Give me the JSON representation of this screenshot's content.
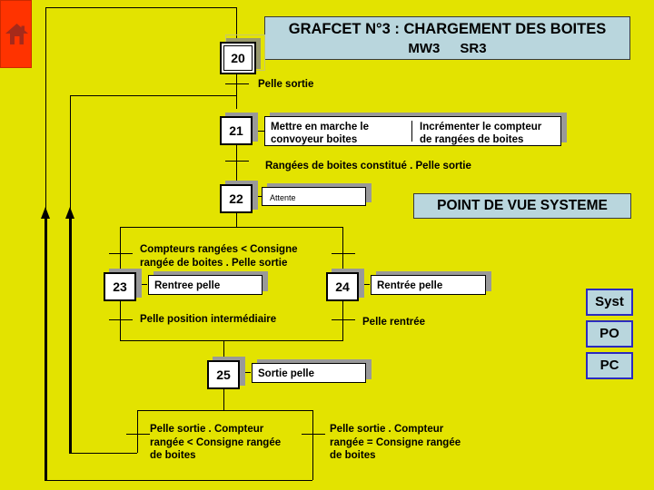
{
  "slide": {
    "background_color": "#e3e300",
    "home_button": {
      "name": "home",
      "fill": "#ff3300"
    }
  },
  "header": {
    "title_line1": "GRAFCET N°3 : CHARGEMENT DES BOITES",
    "title_line2_a": "MW3",
    "title_line2_b": "SR3",
    "banner_color": "#b9d6dd"
  },
  "viewpoint_banner": {
    "label": "POINT DE VUE SYSTEME"
  },
  "nav_buttons": [
    {
      "label": "Syst"
    },
    {
      "label": "PO"
    },
    {
      "label": "PC"
    }
  ],
  "grafcet": {
    "steps": [
      {
        "id": "20",
        "number": "20",
        "initial": true
      },
      {
        "id": "21",
        "number": "21",
        "initial": false
      },
      {
        "id": "22",
        "number": "22",
        "initial": false
      },
      {
        "id": "23",
        "number": "23",
        "initial": false
      },
      {
        "id": "24",
        "number": "24",
        "initial": false
      },
      {
        "id": "25",
        "number": "25",
        "initial": false
      }
    ],
    "actions": [
      {
        "step": "21",
        "text_a": "Mettre en marche le convoyeur boites",
        "text_b": "Incrémenter le compteur  de rangées de boites"
      },
      {
        "step": "22",
        "text": "Attente"
      },
      {
        "step": "23",
        "text": "Rentree pelle"
      },
      {
        "step": "24",
        "text": "Rentrée pelle"
      },
      {
        "step": "25",
        "text": "Sortie pelle"
      }
    ],
    "transitions": [
      {
        "id": "t20_21",
        "text": "Pelle sortie"
      },
      {
        "id": "t21_22",
        "text": "Rangées de boites constitué . Pelle sortie"
      },
      {
        "id": "t22_23",
        "text": "Compteurs rangées < Consigne\nrangée de boites . Pelle sortie"
      },
      {
        "id": "t22_24",
        "text": ""
      },
      {
        "id": "t23_25",
        "text": "Pelle position intermédiaire"
      },
      {
        "id": "t24_25",
        "text": "Pelle rentrée"
      },
      {
        "id": "t25_left",
        "text": "Pelle sortie . Compteur\nrangée < Consigne rangée\nde boites"
      },
      {
        "id": "t25_right",
        "text": "Pelle sortie . Compteur\nrangée = Consigne rangée\nde boites"
      }
    ]
  }
}
